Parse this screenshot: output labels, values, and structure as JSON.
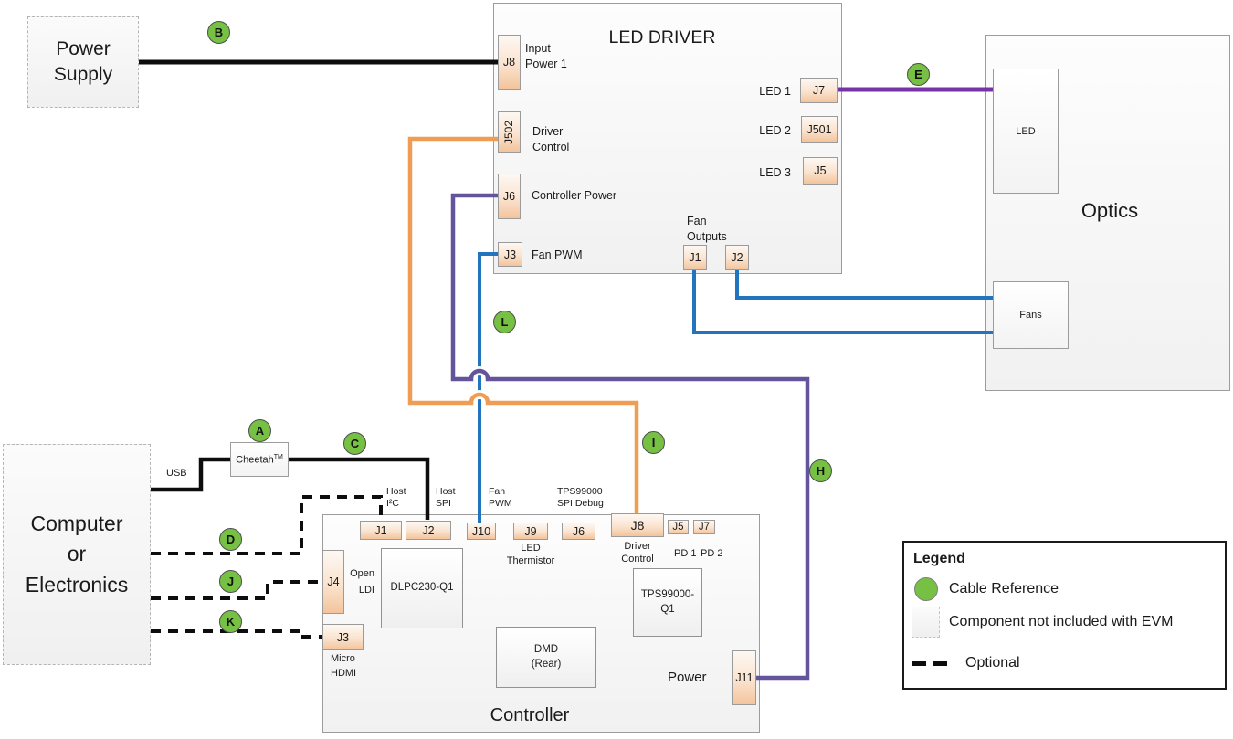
{
  "power_supply": {
    "line1": "Power",
    "line2": "Supply"
  },
  "computer": {
    "line1": "Computer",
    "line2": "or",
    "line3": "Electronics"
  },
  "cheetah": {
    "name": "Cheetah",
    "superscript": "TM"
  },
  "usb_label": "USB",
  "led_driver": {
    "title": "LED DRIVER",
    "j8": {
      "id": "J8",
      "label_line1": "Input",
      "label_line2": "Power 1"
    },
    "j502": {
      "id": "J502",
      "label_line1": "Driver",
      "label_line2": "Control"
    },
    "j6": {
      "id": "J6",
      "label": "Controller Power"
    },
    "j3": {
      "id": "J3",
      "label": "Fan PWM"
    },
    "led1": {
      "label": "LED 1",
      "id": "J7"
    },
    "led2": {
      "label": "LED 2",
      "id": "J501"
    },
    "led3": {
      "label": "LED 3",
      "id": "J5"
    },
    "fan_outputs_line1": "Fan",
    "fan_outputs_line2": "Outputs",
    "fan_j1": "J1",
    "fan_j2": "J2"
  },
  "optics": {
    "title": "Optics",
    "led_label": "LED",
    "fans_label": "Fans"
  },
  "controller": {
    "title": "Controller",
    "j1": {
      "id": "J1",
      "label_line1": "Host",
      "label_line2": "I²C"
    },
    "j2": {
      "id": "J2",
      "label_line1": "Host",
      "label_line2": "SPI"
    },
    "j10": {
      "id": "J10",
      "label_line1": "Fan",
      "label_line2": "PWM"
    },
    "j9": {
      "id": "J9",
      "label_line1": "LED",
      "label_line2": "Thermistor"
    },
    "j6": {
      "id": "J6",
      "label_line1": "TPS99000",
      "label_line2": "SPI Debug"
    },
    "j8": {
      "id": "J8",
      "label_line1": "Driver",
      "label_line2": "Control"
    },
    "j5": {
      "id": "J5",
      "label": "PD 1"
    },
    "j7": {
      "id": "J7",
      "label": "PD 2"
    },
    "j4": {
      "id": "J4",
      "label_line1": "Open",
      "label_line2": "LDI"
    },
    "j3": {
      "id": "J3",
      "label_line1": "Micro",
      "label_line2": "HDMI"
    },
    "j11": {
      "id": "J11",
      "label": "Power"
    },
    "chip_dlpc": "DLPC230-Q1",
    "chip_dmd_line1": "DMD",
    "chip_dmd_line2": "(Rear)",
    "chip_tps_line1": "TPS99000-",
    "chip_tps_line2": "Q1"
  },
  "cable_refs": {
    "a": "A",
    "b": "B",
    "c": "C",
    "d": "D",
    "e": "E",
    "h": "H",
    "i": "I",
    "j": "J",
    "k": "K",
    "l": "L"
  },
  "legend": {
    "title": "Legend",
    "item_cable_reference": "Cable Reference",
    "item_component": "Component not included with EVM",
    "item_optional": "Optional"
  },
  "colors": {
    "reference_green": "#76C043",
    "cable_black": "#0d0d0d",
    "cable_blue": "#2374BE",
    "cable_orange": "#EF9D55",
    "cable_purple": "#7633A8",
    "cable_dark_purple": "#64549B"
  }
}
